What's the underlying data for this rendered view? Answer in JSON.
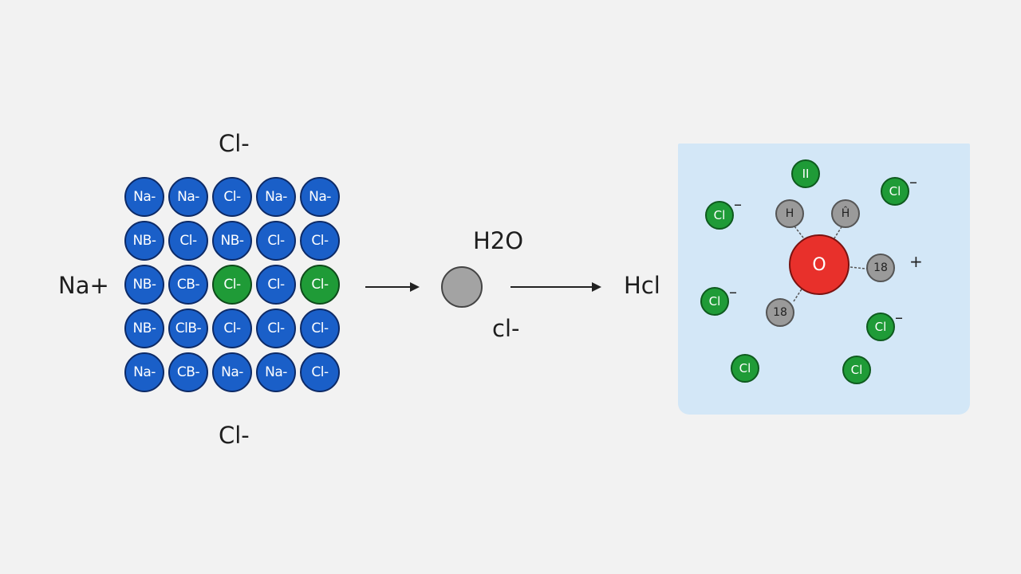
{
  "labels": {
    "cl_top": "Cl-",
    "cl_bottom": "Cl-",
    "na_left": "Na+",
    "h2o": "H2O",
    "cl_mid": "cl-",
    "hcl": "Hcl"
  },
  "lattice": {
    "rows": [
      [
        {
          "t": "Na-",
          "k": "b"
        },
        {
          "t": "Na-",
          "k": "b"
        },
        {
          "t": "Cl-",
          "k": "b"
        },
        {
          "t": "Na-",
          "k": "b"
        },
        {
          "t": "Na-",
          "k": "b"
        }
      ],
      [
        {
          "t": "NB-",
          "k": "b"
        },
        {
          "t": "Cl-",
          "k": "b"
        },
        {
          "t": "NB-",
          "k": "b"
        },
        {
          "t": "Cl-",
          "k": "b"
        },
        {
          "t": "Cl-",
          "k": "b"
        }
      ],
      [
        {
          "t": "NB-",
          "k": "b"
        },
        {
          "t": "CB-",
          "k": "b"
        },
        {
          "t": "Cl-",
          "k": "g"
        },
        {
          "t": "Cl-",
          "k": "b"
        },
        {
          "t": "Cl-",
          "k": "g"
        }
      ],
      [
        {
          "t": "NB-",
          "k": "b"
        },
        {
          "t": "ClB-",
          "k": "b"
        },
        {
          "t": "Cl-",
          "k": "b"
        },
        {
          "t": "Cl-",
          "k": "b"
        },
        {
          "t": "Cl-",
          "k": "b"
        }
      ],
      [
        {
          "t": "Na-",
          "k": "b"
        },
        {
          "t": "CB-",
          "k": "b"
        },
        {
          "t": "Na-",
          "k": "b"
        },
        {
          "t": "Na-",
          "k": "b"
        },
        {
          "t": "Cl-",
          "k": "b"
        }
      ]
    ]
  },
  "solution": {
    "ions": [
      {
        "label": "Cl",
        "type": "cl",
        "charge": "–"
      },
      {
        "label": "II",
        "type": "cl",
        "charge": ""
      },
      {
        "label": "Cl",
        "type": "cl",
        "charge": "–"
      },
      {
        "label": "Cl",
        "type": "cl",
        "charge": "–"
      },
      {
        "label": "Cl",
        "type": "cl",
        "charge": "–"
      },
      {
        "label": "Cl",
        "type": "cl",
        "charge": ""
      },
      {
        "label": "Cl",
        "type": "cl",
        "charge": ""
      },
      {
        "label": "Cl",
        "type": "cl",
        "charge": "–"
      },
      {
        "label": "O",
        "type": "o",
        "charge": ""
      },
      {
        "label": "H",
        "type": "h",
        "charge": ""
      },
      {
        "label": "Ĥ",
        "type": "h",
        "charge": ""
      },
      {
        "label": "18",
        "type": "h",
        "charge": "+"
      },
      {
        "label": "18",
        "type": "h",
        "charge": ""
      }
    ]
  },
  "colors": {
    "na_blue": "#1a5fc8",
    "cl_green": "#1f9b37",
    "oxygen_red": "#e8302b",
    "hydrogen_gray": "#9a9a9a",
    "solution_blue": "#d3e7f7"
  }
}
